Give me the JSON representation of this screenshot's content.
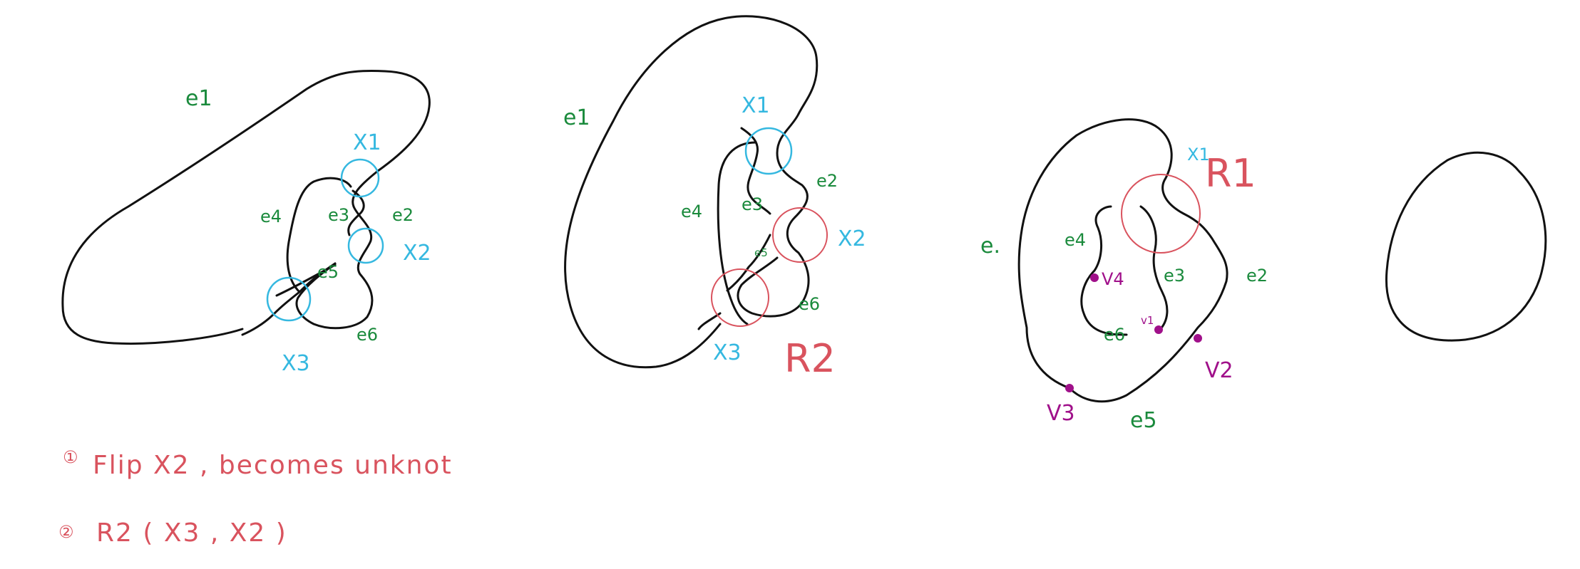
{
  "colors": {
    "ink": "#111111",
    "edge": "#1a8a3c",
    "crossing": "#35b8e0",
    "note": "#d9535e",
    "vertex": "#a0108a"
  },
  "panel1": {
    "edges": {
      "e1": "e1",
      "e3": "e3",
      "e4": "e4",
      "e5": "e5",
      "e6": "e6",
      "e2": "e2"
    },
    "crossings": {
      "x1": "X1",
      "x2": "X2",
      "x3": "X3"
    }
  },
  "panel2": {
    "edges": {
      "e1": "e1",
      "e4": "e4",
      "e3": "e3",
      "e5": "e5",
      "e2": "e2",
      "e6": "e6"
    },
    "crossings": {
      "x1": "X1",
      "x2": "X2",
      "x3": "X3"
    },
    "move": "R2"
  },
  "panel3": {
    "edges": {
      "e1": "e.",
      "e4": "e4",
      "e3": "e3",
      "e2": "e2",
      "e6": "e6",
      "e5": "e5"
    },
    "crossings": {
      "x1": "X1"
    },
    "move": "R1",
    "vertices": {
      "v1": "v1",
      "v2": "V2",
      "v3": "V3",
      "v4": "V4"
    }
  },
  "notes": {
    "step1_marker": "①",
    "step1": "Flip X2 , becomes unknot",
    "step2_marker": "②",
    "step2": "R2 ( X3 , X2 )"
  }
}
